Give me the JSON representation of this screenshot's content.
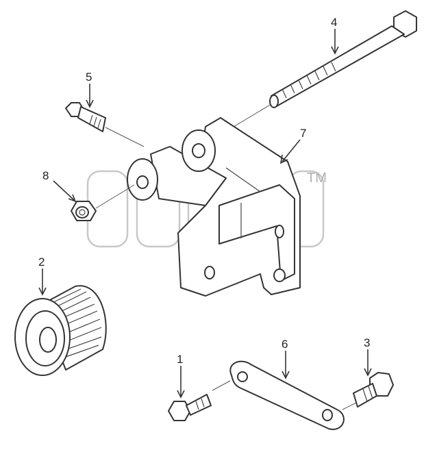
{
  "callouts": [
    {
      "id": "1",
      "text": "1"
    },
    {
      "id": "2",
      "text": "2"
    },
    {
      "id": "3",
      "text": "3"
    },
    {
      "id": "4",
      "text": "4"
    },
    {
      "id": "5",
      "text": "5"
    },
    {
      "id": "6",
      "text": "6"
    },
    {
      "id": "7",
      "text": "7"
    },
    {
      "id": "8",
      "text": "8"
    }
  ],
  "watermark": {
    "text": "Otid",
    "mark": "TM"
  },
  "colors": {
    "line": "#333333",
    "background": "#ffffff",
    "watermark": "#c8c8c8"
  }
}
